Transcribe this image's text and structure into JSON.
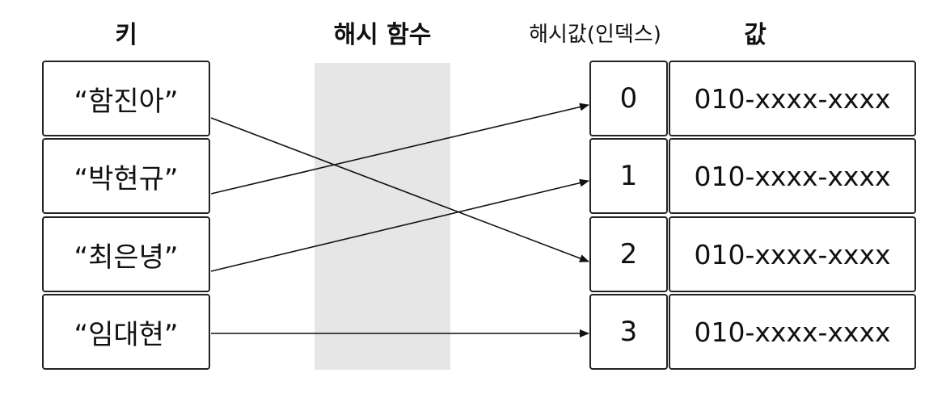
{
  "headers": {
    "key": "키",
    "hash_function": "해시 함수",
    "hash_value": "해시값(인덱스)",
    "value": "값"
  },
  "keys": [
    "“함진아”",
    "“박현규”",
    "“최은녕”",
    "“임대현”"
  ],
  "indexes": [
    "0",
    "1",
    "2",
    "3"
  ],
  "values": [
    "010-xxxx-xxxx",
    "010-xxxx-xxxx",
    "010-xxxx-xxxx",
    "010-xxxx-xxxx"
  ],
  "mappings": [
    {
      "key": 0,
      "index": 2
    },
    {
      "key": 1,
      "index": 0
    },
    {
      "key": 2,
      "index": 1
    },
    {
      "key": 3,
      "index": 3
    }
  ]
}
